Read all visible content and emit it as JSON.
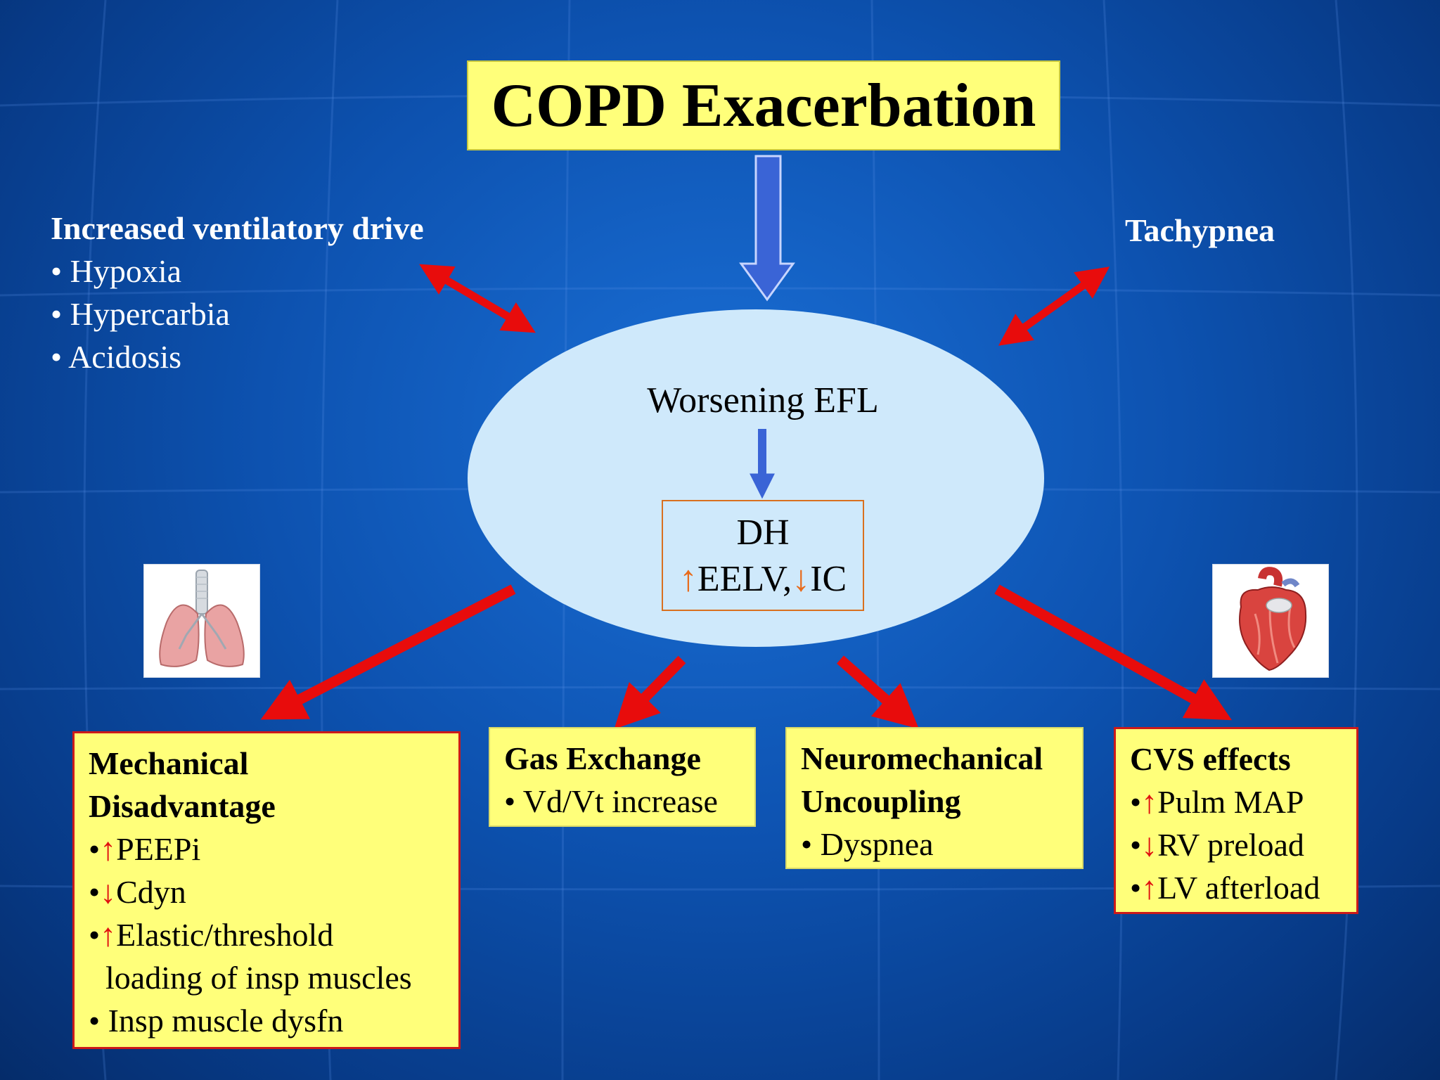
{
  "title": "COPD Exacerbation",
  "ventilatory": {
    "heading": "Increased ventilatory drive",
    "items": [
      "• Hypoxia",
      "• Hypercarbia",
      "• Acidosis"
    ]
  },
  "tachypnea": "Tachypnea",
  "ellipse": {
    "efl": "Worsening EFL",
    "dh": "DH",
    "eelv": "EELV,",
    "ic": "IC"
  },
  "mechanical": {
    "heading1": "Mechanical",
    "heading2": "Disadvantage",
    "items": [
      "PEEPi",
      "Cdyn",
      "Elastic/threshold"
    ],
    "item3_cont": "loading of insp muscles",
    "item4": "• Insp muscle dysfn"
  },
  "gas": {
    "heading": "Gas Exchange",
    "item": "• Vd/Vt increase"
  },
  "neuro": {
    "heading1": "Neuromechanical",
    "heading2": "Uncoupling",
    "item": "• Dyspnea"
  },
  "cvs": {
    "heading": "CVS effects",
    "items": [
      "Pulm MAP",
      "RV preload",
      "LV afterload"
    ]
  },
  "glyphs": {
    "bullet": "•",
    "up": "↑",
    "down": "↓"
  },
  "icons": {
    "lungs": "lungs-icon",
    "heart": "heart-icon"
  },
  "colors": {
    "box_fill": "#ffff7a",
    "box_border": "#cc1a1a",
    "ellipse_fill": "#cfe9fb",
    "arrow_red": "#e80c0c",
    "arrow_blue": "#3a64d6",
    "dh_border": "#d9701f"
  }
}
